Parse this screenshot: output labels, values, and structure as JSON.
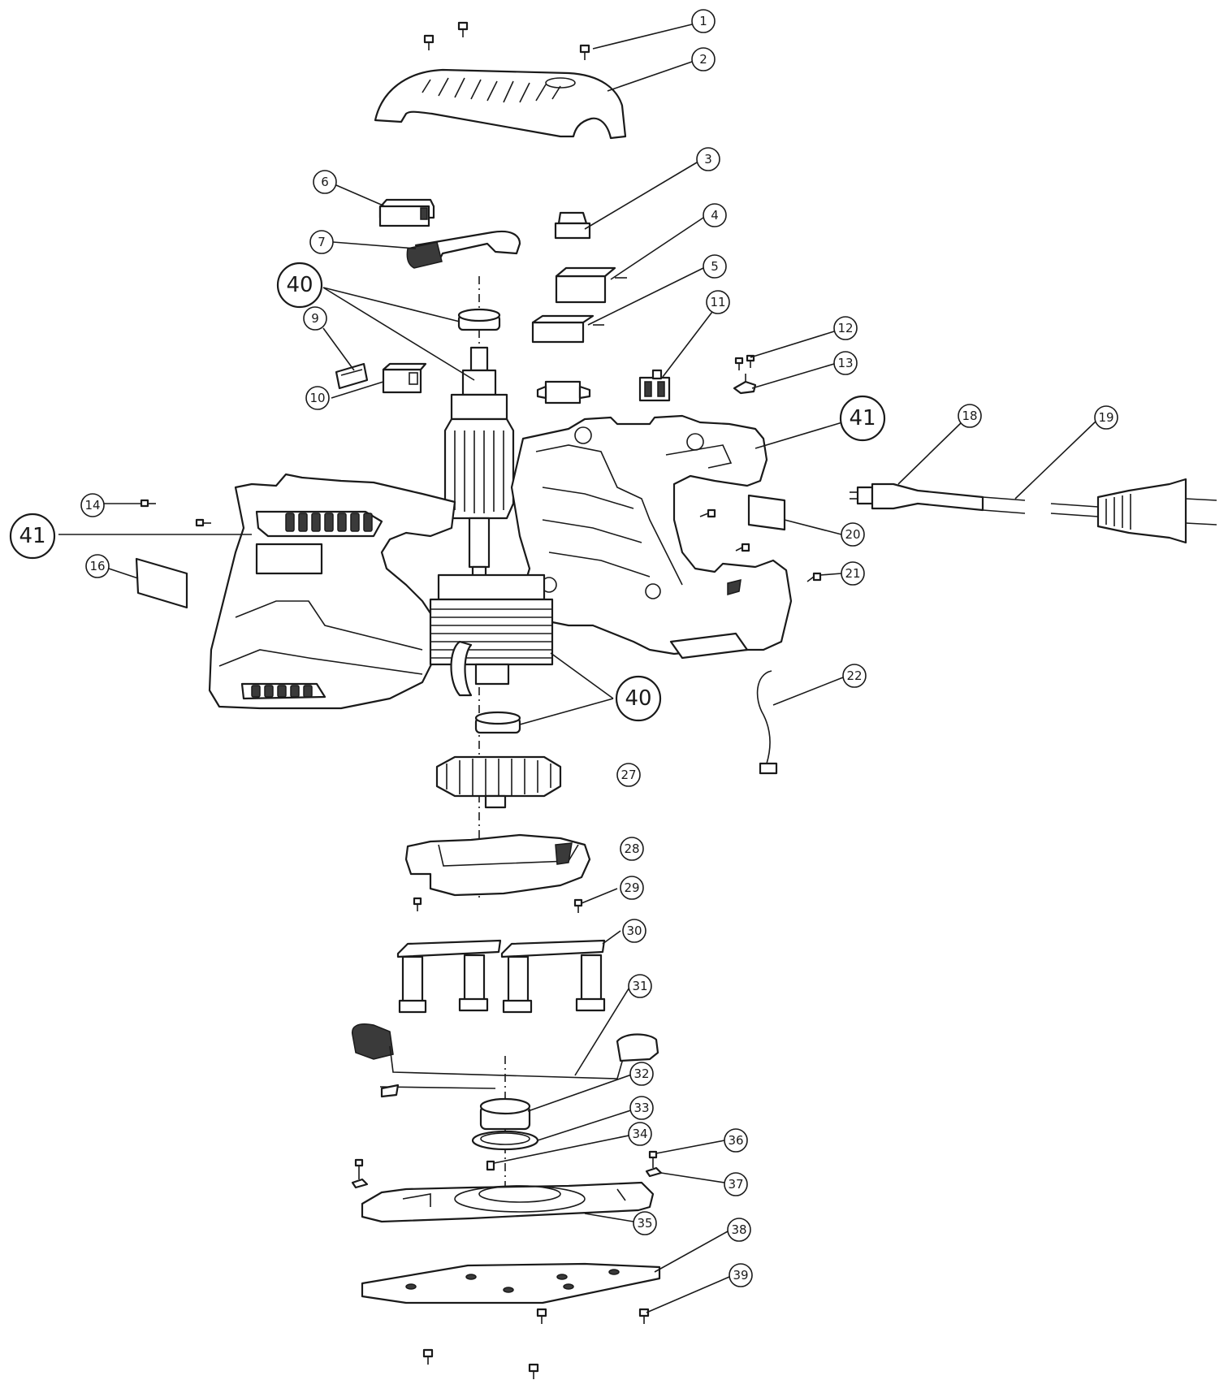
{
  "callouts": [
    {
      "label": "1"
    },
    {
      "label": "2"
    },
    {
      "label": "3"
    },
    {
      "label": "4"
    },
    {
      "label": "5"
    },
    {
      "label": "6"
    },
    {
      "label": "7"
    },
    {
      "label": "40"
    },
    {
      "label": "9"
    },
    {
      "label": "10"
    },
    {
      "label": "11"
    },
    {
      "label": "12"
    },
    {
      "label": "13"
    },
    {
      "label": "41"
    },
    {
      "label": "18"
    },
    {
      "label": "19"
    },
    {
      "label": "14"
    },
    {
      "label": "41"
    },
    {
      "label": "16"
    },
    {
      "label": "20"
    },
    {
      "label": "21"
    },
    {
      "label": "22"
    },
    {
      "label": "40"
    },
    {
      "label": "27"
    },
    {
      "label": "28"
    },
    {
      "label": "29"
    },
    {
      "label": "30"
    },
    {
      "label": "31"
    },
    {
      "label": "32"
    },
    {
      "label": "33"
    },
    {
      "label": "34"
    },
    {
      "label": "36"
    },
    {
      "label": "37"
    },
    {
      "label": "35"
    },
    {
      "label": "38"
    },
    {
      "label": "39"
    }
  ]
}
